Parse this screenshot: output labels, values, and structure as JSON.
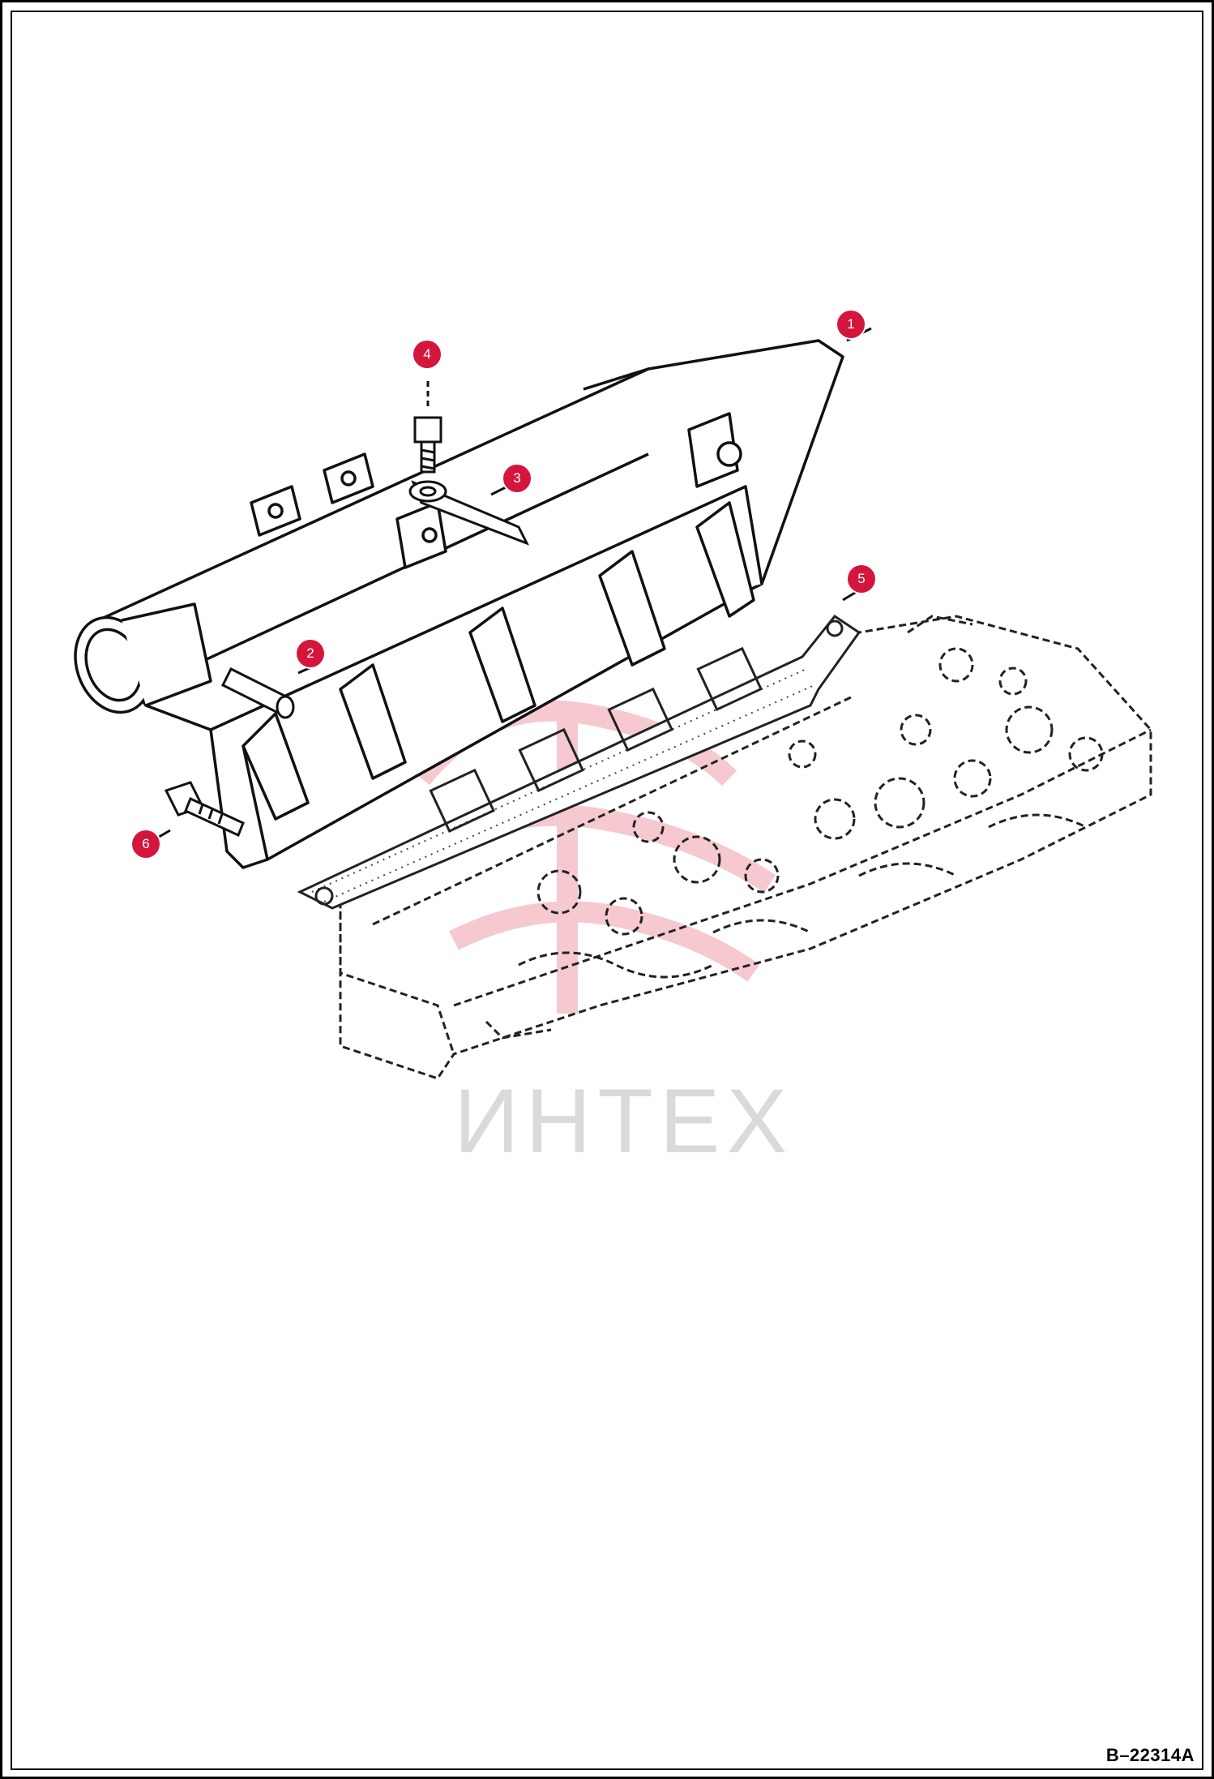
{
  "diagram": {
    "callouts": [
      {
        "number": "1"
      },
      {
        "number": "2"
      },
      {
        "number": "3"
      },
      {
        "number": "4"
      },
      {
        "number": "5"
      },
      {
        "number": "6"
      }
    ],
    "drawing_number": "B–22314A",
    "watermark": {
      "text": "ИНТЕХ",
      "color": "#d6d6d6",
      "logo_color": "#f2b8c0"
    },
    "callout_color": "#d4163c"
  }
}
